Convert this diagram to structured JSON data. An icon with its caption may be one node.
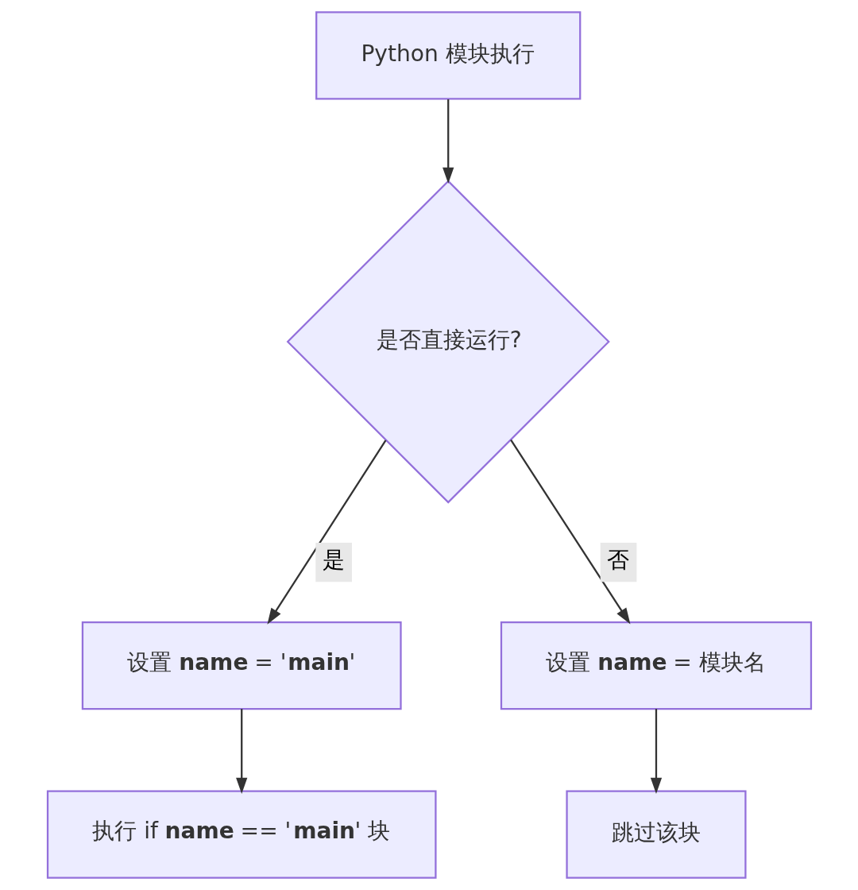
{
  "diagram": {
    "nodes": [
      {
        "text": [
          "Python 模块执行"
        ]
      },
      {
        "text": [
          "是否直接运行?"
        ]
      },
      {
        "text": [
          "设置 **name** = '**main**'"
        ]
      },
      {
        "text": [
          "设置 **name** = 模块名"
        ]
      },
      {
        "text": [
          "执行 if **name** == '**main**' 块"
        ]
      },
      {
        "text": [
          "跳过该块"
        ]
      }
    ],
    "edges": [
      {
        "from": 0,
        "to": 1,
        "arrow": "to"
      },
      {
        "from": 1,
        "to": 2,
        "label": "是",
        "arrow": "to"
      },
      {
        "from": 1,
        "to": 3,
        "label": "否",
        "arrow": "to"
      },
      {
        "from": 2,
        "to": 4,
        "arrow": "to"
      },
      {
        "from": 3,
        "to": 5,
        "arrow": "to"
      }
    ]
  }
}
